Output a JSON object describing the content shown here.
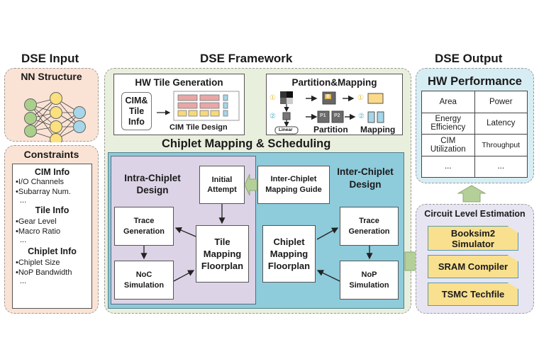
{
  "headings": {
    "input": "DSE Input",
    "framework": "DSE Framework",
    "output": "DSE Output"
  },
  "nn_structure": {
    "title": "NN Structure",
    "layers": [
      3,
      4,
      2
    ]
  },
  "constraints": {
    "title": "Constraints",
    "groups": [
      {
        "title": "CIM Info",
        "items": [
          "•I/O Channels",
          "•Subarray Num.",
          "..."
        ]
      },
      {
        "title": "Tile Info",
        "items": [
          "•Gear Level",
          "•Macro Ratio",
          "..."
        ]
      },
      {
        "title": "Chiplet Info",
        "items": [
          "•Chiplet Size",
          "•NoP Bandwidth",
          "..."
        ]
      }
    ]
  },
  "hw_tile_generation": {
    "title": "HW Tile Generation",
    "input_box": [
      "CIM&",
      "Tile",
      "Info"
    ],
    "design_label": "CIM Tile Design"
  },
  "partition_mapping": {
    "title": "Partition&Mapping",
    "step1": "①",
    "step2": "②",
    "block_b": "B",
    "block_p1": "P1",
    "block_p2": "P2",
    "linear_label": "Linear",
    "partition_label": "Partition",
    "mapping_label": "Mapping"
  },
  "chiplet_mapping": {
    "title": "Chiplet Mapping & Scheduling",
    "intra": {
      "title": [
        "Intra-Chiplet",
        "Design"
      ],
      "initial_attempt": [
        "Initial",
        "Attempt"
      ],
      "trace_generation": [
        "Trace",
        "Generation"
      ],
      "noc_simulation": [
        "NoC",
        "Simulation"
      ],
      "tile_mapping": [
        "Tile",
        "Mapping",
        "Floorplan"
      ]
    },
    "inter": {
      "title": [
        "Inter-Chiplet",
        "Design"
      ],
      "guide": [
        "Inter-Chiplet",
        "Mapping Guide"
      ],
      "chiplet_mapping": [
        "Chiplet",
        "Mapping",
        "Floorplan"
      ],
      "trace_generation": [
        "Trace",
        "Generation"
      ],
      "nop_simulation": [
        "NoP",
        "Simulation"
      ]
    }
  },
  "hw_performance": {
    "title": "HW Performance",
    "cells": [
      [
        "Area",
        "Power"
      ],
      [
        "Energy\nEfficiency",
        "Latency"
      ],
      [
        "CIM\nUtilization",
        "Throughput"
      ],
      [
        "...",
        "..."
      ]
    ]
  },
  "circuit_estimation": {
    "title": "Circuit Level Estimation",
    "tools": [
      [
        "Booksim2",
        "Simulator"
      ],
      [
        "SRAM Compiler"
      ],
      [
        "TSMC Techfile"
      ]
    ]
  },
  "colors": {
    "input_panel": "#fae3d5",
    "framework_panel": "#e9efdd",
    "output_panel": "#d7edf4",
    "circuit_panel": "#e7e5f1",
    "intra_panel": "#dcd3e6",
    "inter_panel": "#8ecbdb",
    "tool_fill": "#f9e08f",
    "arrow_fill": "#b5cf98"
  }
}
